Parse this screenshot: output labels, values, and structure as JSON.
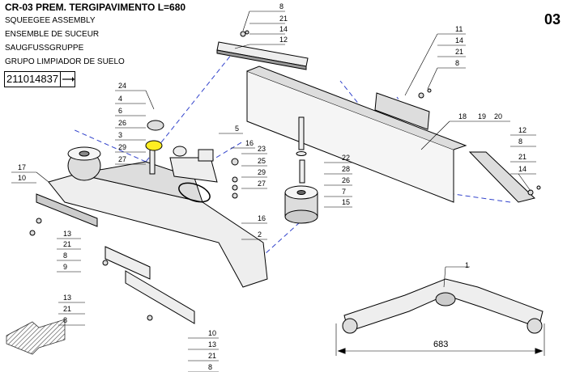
{
  "header": {
    "title": "CR-03 PREM. TERGIPAVIMENTO L=680",
    "subtitles": [
      "SQUEEGEE ASSEMBLY",
      "ENSEMBLE DE SUCEUR",
      "SAUGFUSSGRUPPE",
      "GRUPO LIMPIADOR DE SUELO"
    ],
    "part_number": "211014837",
    "sheet": "03"
  },
  "dimension": "683",
  "callouts": {
    "top_bracket": [
      "8",
      "21",
      "14",
      "12"
    ],
    "right_top": [
      "11",
      "14",
      "21",
      "8"
    ],
    "right_mid": [
      "12",
      "8",
      "21",
      "14"
    ],
    "top_range": [
      "18",
      "19",
      "20"
    ],
    "center_left": [
      "24",
      "4",
      "6",
      "26",
      "3",
      "29",
      "27"
    ],
    "center": [
      "5",
      "16",
      "23",
      "25",
      "29",
      "27",
      "16",
      "2"
    ],
    "post": [
      "22",
      "28",
      "26",
      "7",
      "15"
    ],
    "left_frame": [
      "17",
      "10"
    ],
    "left_wheel": [
      "13",
      "21",
      "8",
      "9"
    ],
    "mid_left": [
      "13",
      "21",
      "8"
    ],
    "bottom": [
      "10",
      "13",
      "21",
      "8"
    ],
    "detail": [
      "1"
    ]
  }
}
